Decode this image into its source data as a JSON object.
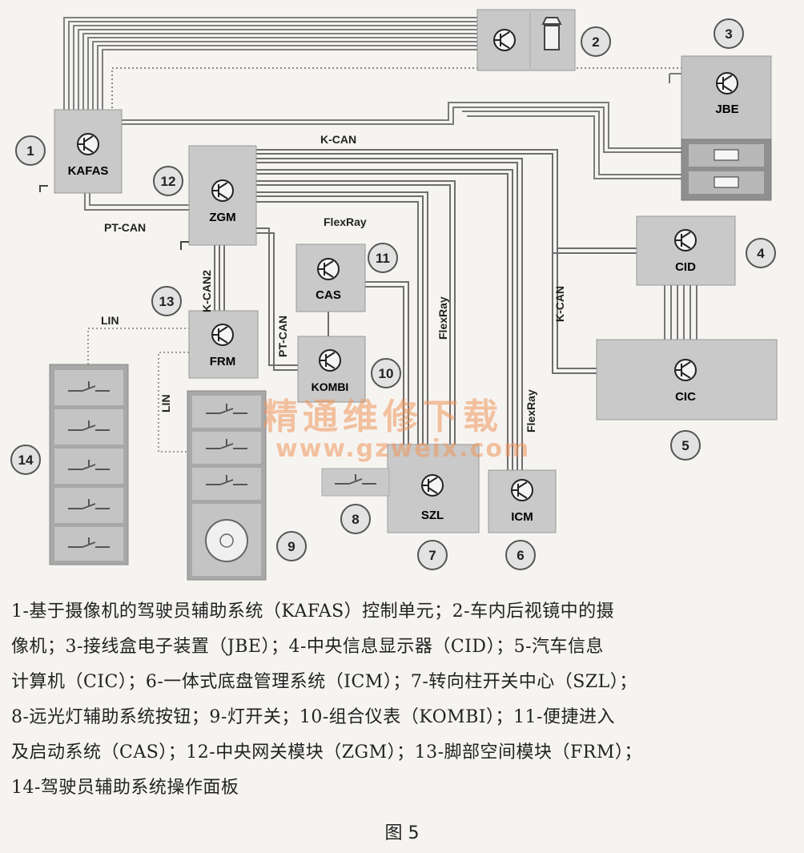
{
  "modules": {
    "kafas": "KAFAS",
    "zgm": "ZGM",
    "jbe": "JBE",
    "cid": "CID",
    "cic": "CIC",
    "cas": "CAS",
    "kombi": "KOMBI",
    "frm": "FRM",
    "szl": "SZL",
    "icm": "ICM"
  },
  "numbers": [
    "1",
    "2",
    "3",
    "4",
    "5",
    "6",
    "7",
    "8",
    "9",
    "10",
    "11",
    "12",
    "13",
    "14"
  ],
  "bus_labels": {
    "k_can_top": "K-CAN",
    "pt_can_left": "PT-CAN",
    "flexray_top": "FlexRay",
    "k_can2": "K-CAN2",
    "pt_can_vertical": "PT-CAN",
    "flexray_mid": "FlexRay",
    "k_can_right": "K-CAN",
    "flexray_right": "FlexRay",
    "lin_top": "LIN",
    "lin_left": "LIN"
  },
  "watermark": {
    "cn": "精通维修下载",
    "url": "www.gzweix.com"
  },
  "caption_lines": [
    "1-基于摄像机的驾驶员辅助系统（KAFAS）控制单元；2-车内后视镜中的摄",
    "像机；3-接线盒电子装置（JBE）；4-中央信息显示器（CID）；5-汽车信息",
    "计算机（CIC）；6-一体式底盘管理系统（ICM）；7-转向柱开关中心（SZL）；",
    "8-远光灯辅助系统按钮；9-灯开关；10-组合仪表（KOMBI）；11-便捷进入",
    "及启动系统（CAS）；12-中央网关模块（ZGM）；13-脚部空间模块（FRM）；",
    "14-驾驶员辅助系统操作面板"
  ],
  "figure_label": "图 5",
  "colors": {
    "box": "#c9c9c9",
    "box_dark": "#8f8f8f",
    "wire": "#777777",
    "bg": "#f6f4f1"
  }
}
